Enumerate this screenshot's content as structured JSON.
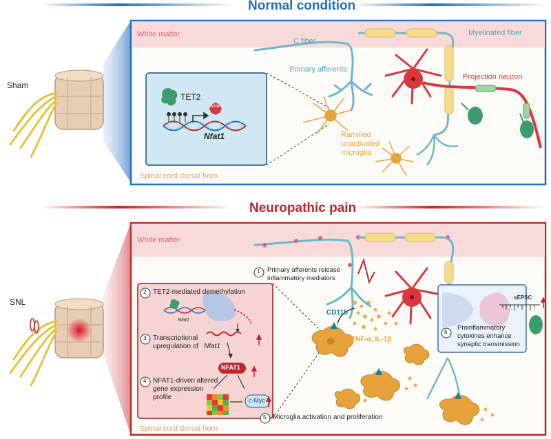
{
  "normal": {
    "title": "Normal condition",
    "white_matter": "White matter",
    "c_fiber": "C fiber",
    "myelinated_fiber": "Myelinated fiber",
    "primary_afferents": "Primary afferents",
    "projection_neuron": "Projection neuron",
    "sham": "Sham",
    "tet2": "TET2",
    "stop": "STOP",
    "nfat1": "Nfat1",
    "microglia_l1": "Ramified",
    "microglia_l2": "unactivated",
    "microglia_l3": "microglia",
    "dorsal_horn": "Spinal cord dorsal horn"
  },
  "neuropathic": {
    "title": "Neuropathic pain",
    "white_matter": "White matter",
    "snl": "SNL",
    "step1_num": "1",
    "step1_l1": "Primary afferents release",
    "step1_l2": "inflammatory mediators",
    "step2_num": "2",
    "step2": "TET2-mediated demethylation",
    "nfat1_small": "Nfat1",
    "step3_num": "3",
    "step3_l1": "Transcriptional",
    "step3_l2": "upregulation of",
    "step3_gene": "Nfat1",
    "nfat1_protein": "NFAT1",
    "step4_num": "4",
    "step4_l1": "NFAT1-driven altered",
    "step4_l2": "gene expression",
    "step4_l3": "profile",
    "cmyc": "c-Myc",
    "cd11b": "CD11b",
    "cytokines": "TNF-α, IL-1β",
    "step5_num": "5",
    "step5": "Microglia activation and proliferation",
    "step6_num": "6",
    "step6_l1": "Proinflammatory",
    "step6_l2": "cytokines enhance",
    "step6_l3": "synaptic transmission",
    "sepsc": "sEPSC",
    "dorsal_horn": "Spinal cord dorsal horn"
  },
  "colors": {
    "blue": "#1f6fc2",
    "red": "#c0262d",
    "fiber": "#6cb8c8",
    "neuron": "#d9363e",
    "microglia": "#e8a23c",
    "myelin": "#f6dc8a"
  }
}
